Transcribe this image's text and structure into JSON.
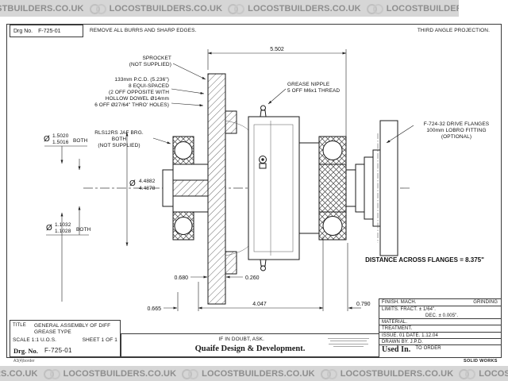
{
  "watermark": {
    "text": "LOCOSTBUILDERS.CO.UK"
  },
  "header": {
    "drg_label": "Drg No.",
    "drg_no": "F-725-01",
    "note": "REMOVE ALL BURRS AND SHARP EDGES.",
    "projection": "THIRD ANGLE PROJECTION."
  },
  "drawing": {
    "labels": {
      "sprocket": [
        "SPROCKET",
        "(NOT SUPPLIED)"
      ],
      "pcd": [
        "133mm P.C.D. (5.236\")",
        "8 EQUI-SPACED",
        "(2 OFF OPPOSITE WITH",
        "HOLLOW DOWEL Ø14mm",
        "6 OFF Ø27/64\" THRO' HOLES)"
      ],
      "grease": [
        "GREASE NIPPLE",
        "5 OFF M6x1 THREAD"
      ],
      "bearing": [
        "RLS12RS JAF BRG.",
        "BOTH",
        "(NOT SUPPLIED)"
      ],
      "flange": [
        "F-724-32 DRIVE FLANGES",
        "100mm LOBRO FITTING",
        "(OPTIONAL)"
      ],
      "distance": "DISTANCE ACROSS FLANGES = 8.375\""
    },
    "dims": {
      "dia_symbol": "Ø",
      "overall": "5.502",
      "d1_top": "1.5020",
      "d1_bot": "1.5016",
      "d1_suffix": "BOTH",
      "d2_top": "4.4882",
      "d2_bot": "4.4878",
      "d3_top": "1.1032",
      "d3_bot": "1.1028",
      "d3_suffix": "BOTH",
      "w_0680": "0.680",
      "w_0260": "0.260",
      "w_0665": "0.665",
      "w_4047": "4.047",
      "w_0790": "0.790"
    }
  },
  "titleblock": {
    "title_label": "TITLE",
    "title_line1": "GENERAL ASSEMBLY OF DIFF",
    "title_line2": "GREASE TYPE",
    "scale": "SCALE 1:1 U.O.S.",
    "sheet": "SHEET 1 OF 1",
    "drg_label": "Drg. No.",
    "drg_no": "F-725-01",
    "doubt": "IF IN DOUBT, ASK.",
    "company": "Quaife Design & Development.",
    "finish": "FINISH. MACH.",
    "finish_value": "GRINDING",
    "limits": "LIMITS. FRACT. ± 1/64\".",
    "dec": "DEC. ± 0.005\".",
    "material": "MATERIAL.",
    "treatment": "TREATMENT.",
    "issue": "ISSUE. 01   DATE. 1.12.04",
    "drawn": "DRAWN BY. J.P.D.",
    "used_label": "Used In.",
    "used_value": "TO ORDER"
  },
  "footer": {
    "border_note": "A3(4)border",
    "solidworks": "SOLID WORKS"
  }
}
